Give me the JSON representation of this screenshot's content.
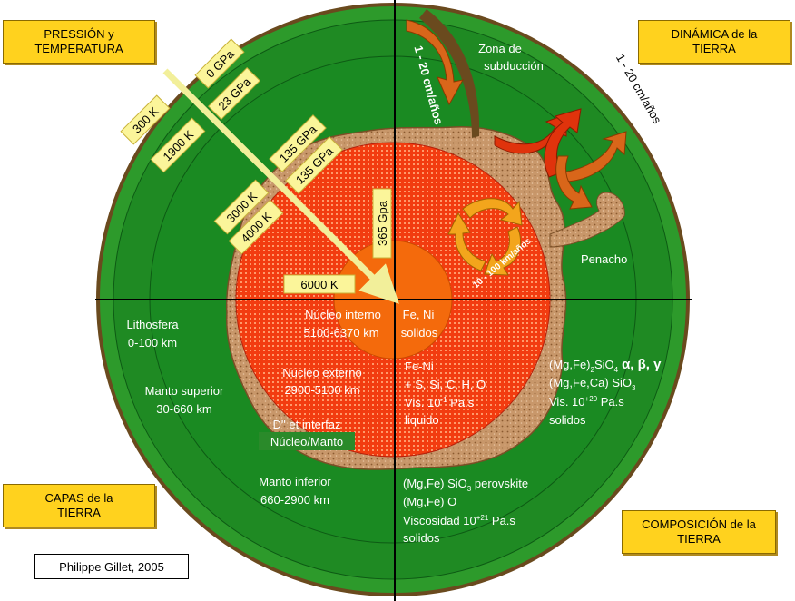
{
  "corners": {
    "pression": "PRESSIÓN y TEMPERATURA",
    "dinamica": "DINÁMICA de la TIERRA",
    "capas": "CAPAS de la TIERRA",
    "composicion": "COMPOSICIÓN de la TIERRA"
  },
  "credit": "Philippe Gillet, 2005",
  "pressure_temperature": {
    "p0": "0 GPa",
    "t0": "300 K",
    "p1": "23 GPa",
    "t1": "1900 K",
    "p2a": "135 GPa",
    "p2b": "135 GPa",
    "t2a": "3000 K",
    "t2b": "4000 K",
    "p3": "365 Gpa",
    "t3": "6000 K"
  },
  "dynamics": {
    "rate_left": "1 - 20 cm/años",
    "rate_right": "1 - 20 cm/años",
    "subduction": "Zona de subducción",
    "plume": "Penacho",
    "core_flow": "10 - 100 km/años"
  },
  "layers": {
    "lithosphere_name": "Lithosfera",
    "lithosphere_depth": "0-100 km",
    "upper_mantle_name": "Manto superior",
    "upper_mantle_depth": "30-660 km",
    "dpp_line1": "D'' et interfaz",
    "dpp_line2": "Núcleo/Manto",
    "lower_mantle_name": "Manto inferior",
    "lower_mantle_depth": "660-2900 km",
    "outer_core_name": "Núcleo externo",
    "outer_core_depth": "2900-5100 km",
    "inner_core_name": "Núcleo interno",
    "inner_core_comp": "Fe, Ni",
    "inner_core_depth": "5100-6370 km",
    "inner_core_state": "solidos"
  },
  "composition": {
    "outer_core_l1": "Fe-Ni",
    "outer_core_l2": "+ S, Si, C, H, O",
    "outer_core_l3": "Vis. 10",
    "outer_core_l3_sup": "-1",
    "outer_core_l3_end": " Pa.s",
    "outer_core_l4": "liquido",
    "upper_l1_a": "(Mg,Fe)",
    "upper_l1_sub2": "2",
    "upper_l1_b": "SiO",
    "upper_l1_sub4": "4",
    "upper_l1_phases": "α, β, γ",
    "upper_l2_a": "(Mg,Fe,Ca) SiO",
    "upper_l2_sub": "3",
    "upper_l3": "Vis. 10",
    "upper_l3_sup": "+20",
    "upper_l3_end": " Pa.s",
    "upper_l4": "solidos",
    "lower_l1_a": "(Mg,Fe) SiO",
    "lower_l1_sub": "3",
    "lower_l1_b": " perovskite",
    "lower_l2": "(Mg,Fe) O",
    "lower_l3": "Viscosidad 10",
    "lower_l3_sup": "+21",
    "lower_l3_end": " Pa.s",
    "lower_l4": "solidos"
  }
}
